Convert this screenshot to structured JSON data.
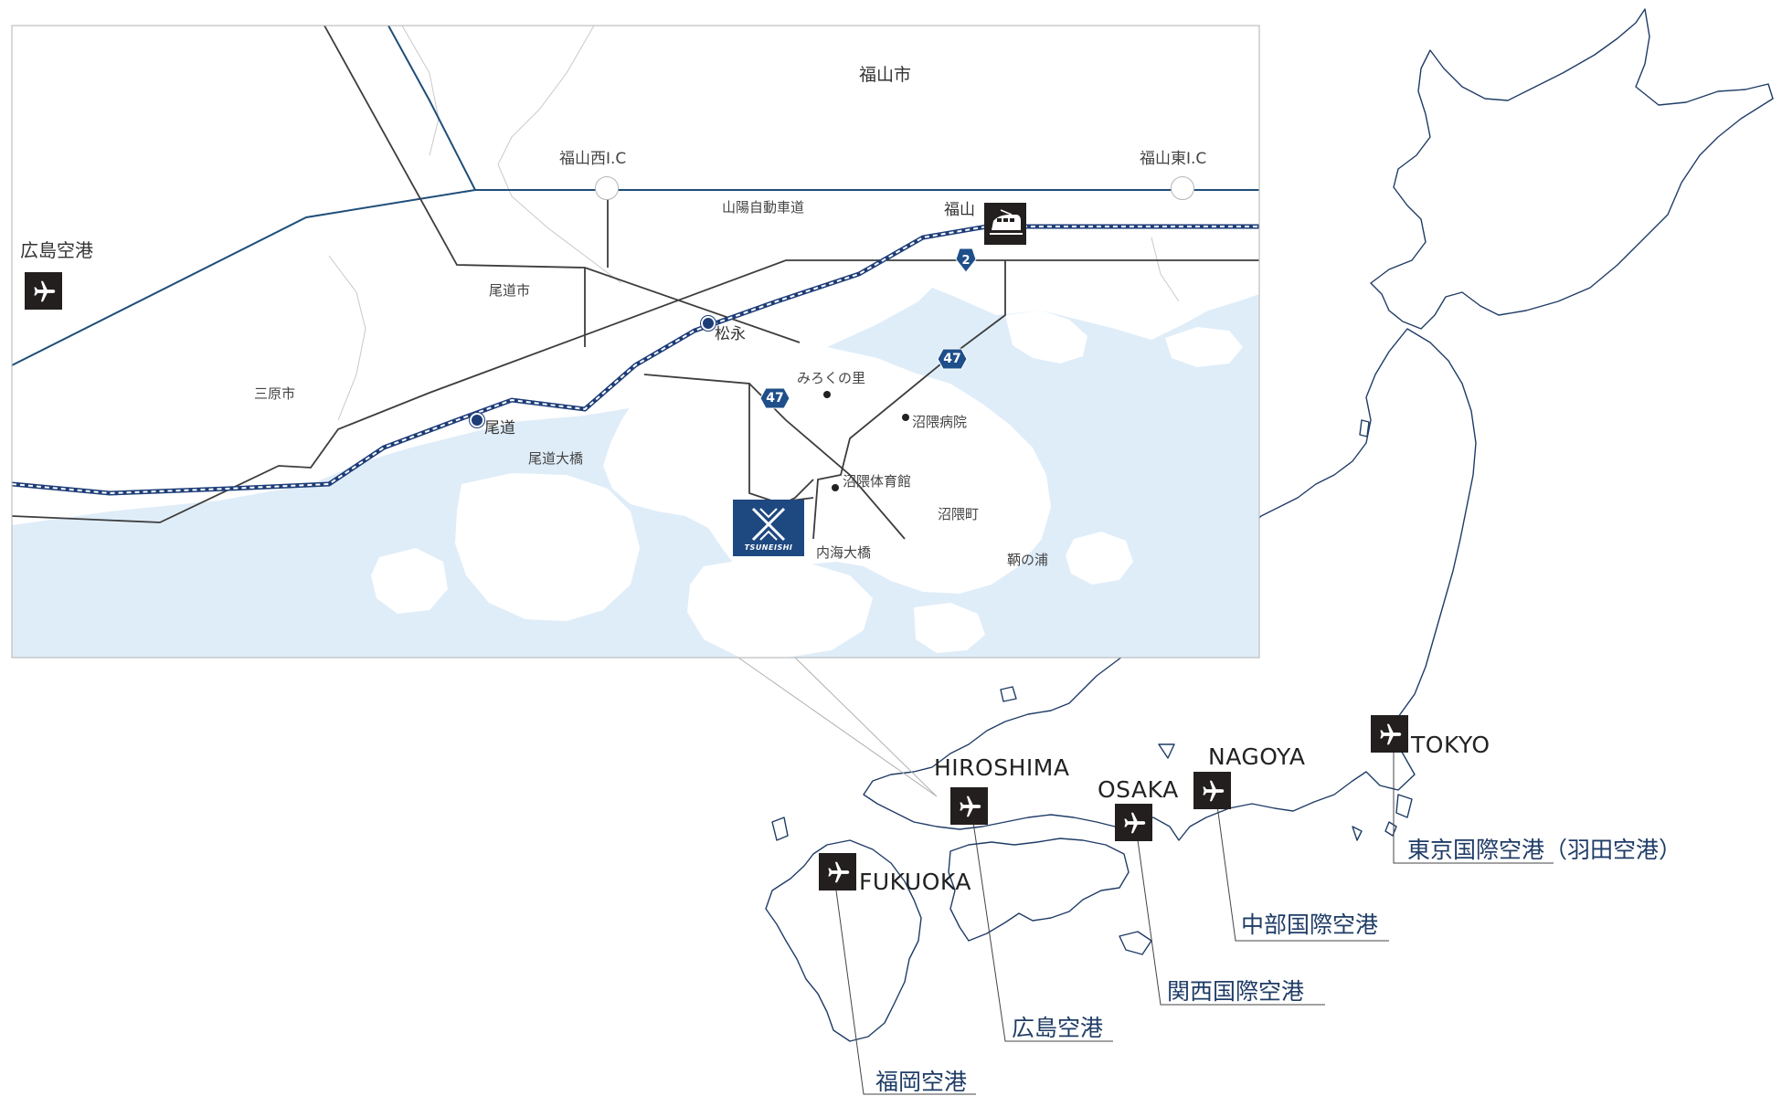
{
  "inset": {
    "city_fukuyama": "福山市",
    "ic_west": "福山西I.C",
    "ic_east": "福山東I.C",
    "expressway": "山陽自動車道",
    "station_fukuyama": "福山",
    "onomichi_city": "尾道市",
    "matsunaga": "松永",
    "mihara_city": "三原市",
    "onomichi": "尾道",
    "onomichi_bridge": "尾道大橋",
    "mirokunosato": "みろくの里",
    "numakuma_hospital": "沼隈病院",
    "numakuma_gym": "沼隈体育館",
    "numakuma_town": "沼隈町",
    "naikai_bridge": "内海大橋",
    "ayanoura": "鞆の浦",
    "hiroshima_airport": "広島空港",
    "route_2": "2",
    "route_47a": "47",
    "route_47b": "47",
    "logo_text": "TSUNEISHI"
  },
  "japan": {
    "cities": {
      "hiroshima": "HIROSHIMA",
      "osaka": "OSAKA",
      "nagoya": "NAGOYA",
      "tokyo": "TOKYO",
      "fukuoka": "FUKUOKA"
    },
    "airports": {
      "haneda": "東京国際空港（羽田空港）",
      "chubu": "中部国際空港",
      "kansai": "関西国際空港",
      "hiroshima": "広島空港",
      "fukuoka": "福岡空港"
    }
  },
  "colors": {
    "sea": "#dfedf9",
    "road": "#3d3d3d",
    "expressway": "#1f4e79",
    "railway": "#1d3d78",
    "airport_label": "#1f3c66",
    "icon_bg": "#231f1f",
    "logo": "#1e4880"
  },
  "icons": [
    "airplane-icon",
    "train-icon",
    "tsuneishi-logo-icon"
  ]
}
